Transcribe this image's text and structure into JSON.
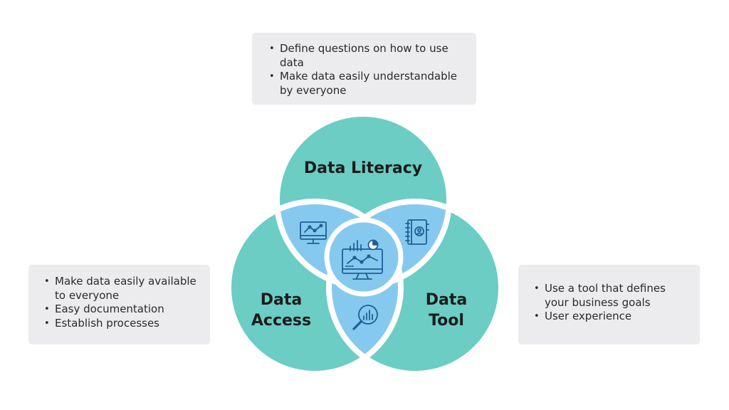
{
  "diagram": {
    "circles": [
      {
        "label_lines": [
          "Data Literacy"
        ]
      },
      {
        "label_lines": [
          "Data",
          "Access"
        ]
      },
      {
        "label_lines": [
          "Data",
          "Tool"
        ]
      }
    ],
    "colors": {
      "circle": "#6bcdc4",
      "overlap": "#86c9ef",
      "outline": "#ffffff",
      "icon": "#1f5f94"
    },
    "icons": {
      "literacy_access": "line-chart-monitor-icon",
      "literacy_tool": "address-book-icon",
      "literacy_access_tool": "analytics-dashboard-monitor-icon",
      "access_tool": "magnifier-bar-chart-icon"
    }
  },
  "boxes": {
    "top": {
      "items": [
        "Define questions on how to use data",
        "Make data easily understandable by everyone"
      ]
    },
    "left": {
      "items": [
        "Make data easily available to everyone",
        "Easy documentation",
        "Establish processes"
      ]
    },
    "right": {
      "items": [
        "Use a tool that defines your business goals",
        "User experience"
      ]
    }
  }
}
